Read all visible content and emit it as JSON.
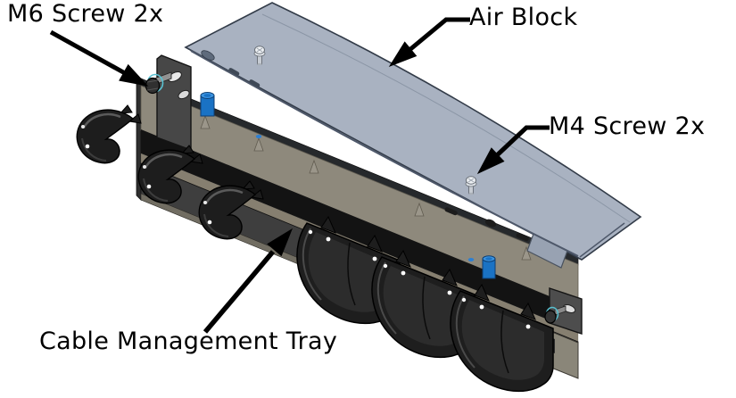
{
  "diagram": {
    "type": "exploded-assembly-illustration",
    "background": "#ffffff",
    "labels": {
      "m6_screw": {
        "text": "M6 Screw 2x",
        "points_to": "M6 hex screw on left mounting bracket"
      },
      "air_block": {
        "text": "Air Block",
        "points_to": "sheet-metal air block panel"
      },
      "m4_screw": {
        "text": "M4 Screw 2x",
        "points_to": "M4 pan-head screw on air block panel"
      },
      "cable_tray": {
        "text": "Cable Management Tray",
        "points_to": "tray rail with cable hooks"
      }
    },
    "colors": {
      "air_block_panel": "#a9b2c1",
      "tray_top_surface": "#8e897c",
      "tray_body": "#3f3f3f",
      "cable_hooks": "#1d1d1d",
      "standoff_pins": "#1a72c4",
      "annotation_text": "#000000"
    }
  }
}
